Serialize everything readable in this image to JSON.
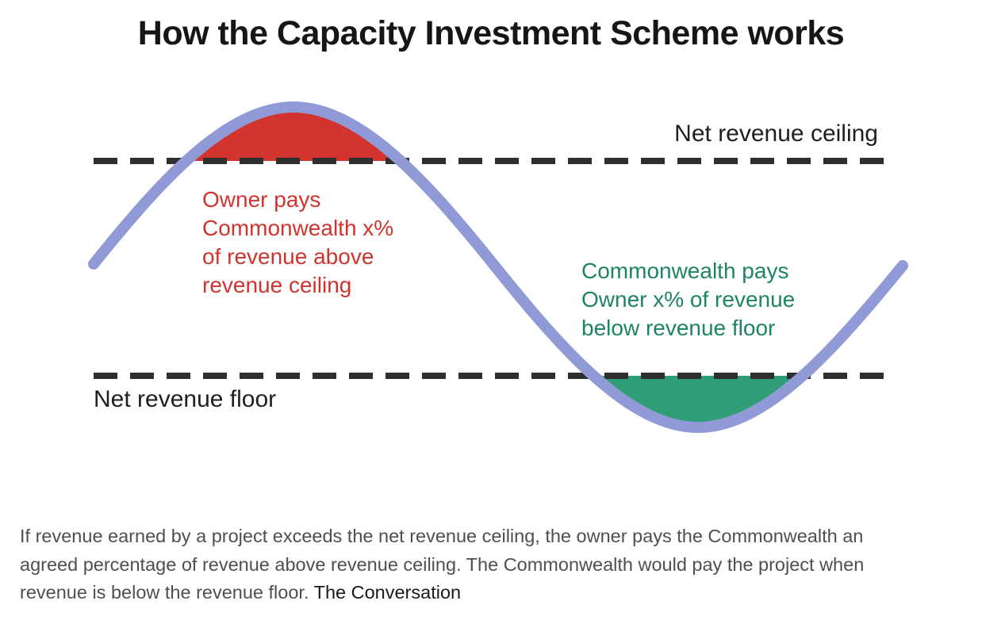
{
  "title": "How the Capacity Investment Scheme works",
  "diagram": {
    "ceiling_label": "Net revenue ceiling",
    "floor_label": "Net revenue floor",
    "above_ceiling_note": "Owner pays\nCommonwealth x%\nof revenue above\nrevenue ceiling",
    "below_floor_note": "Commonwealth pays\nOwner x% of revenue\nbelow revenue floor",
    "colors": {
      "wave": "#8f9ad6",
      "above_ceiling_fill": "#d23430",
      "below_floor_fill": "#2f9e76",
      "above_ceiling_text": "#d1342e",
      "below_floor_text": "#1d8465",
      "dashed_line": "#2f2f2f"
    }
  },
  "caption": {
    "text": "If revenue earned by a project exceeds the net revenue ceiling, the owner pays the Commonwealth an\nagreed percentage of revenue above revenue ceiling. The Commonwealth would pay the project when\nrevenue is below the revenue floor. ",
    "source": "The Conversation"
  }
}
